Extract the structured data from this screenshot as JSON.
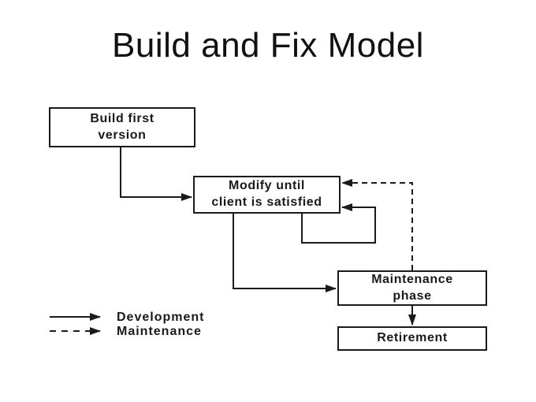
{
  "title": "Build and Fix Model",
  "boxes": {
    "build_first_version": {
      "label": "Build first\nversion"
    },
    "modify_until_satisfied": {
      "label": "Modify until\nclient is satisfied"
    },
    "maintenance_phase": {
      "label": "Maintenance\nphase"
    },
    "retirement": {
      "label": "Retirement"
    }
  },
  "legend": {
    "items": [
      {
        "style": "solid-arrow",
        "label": "Development"
      },
      {
        "style": "dashed-arrow",
        "label": "Maintenance"
      }
    ]
  },
  "edges": [
    {
      "from": "build_first_version",
      "to": "modify_until_satisfied",
      "type": "development"
    },
    {
      "from": "modify_until_satisfied",
      "to": "modify_until_satisfied",
      "type": "development",
      "note": "self-loop"
    },
    {
      "from": "modify_until_satisfied",
      "to": "maintenance_phase",
      "type": "development"
    },
    {
      "from": "maintenance_phase",
      "to": "retirement",
      "type": "development"
    },
    {
      "from": "maintenance_phase",
      "to": "modify_until_satisfied",
      "type": "maintenance"
    }
  ],
  "colors": {
    "line": "#1a1a1a",
    "text": "#111111",
    "background": "#ffffff"
  }
}
